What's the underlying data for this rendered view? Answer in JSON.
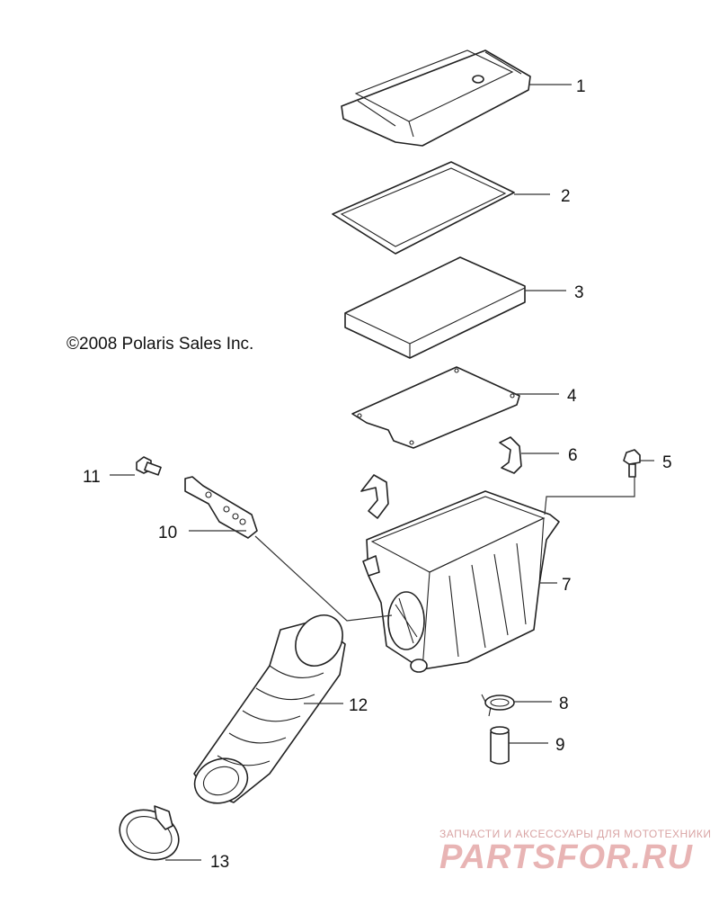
{
  "copyright": "©2008 Polaris Sales Inc.",
  "watermark": {
    "line1": "ЗАПЧАСТИ И АКСЕССУАРЫ ДЛЯ МОТОТЕХНИКИ",
    "line2": "PARTSFOR.RU"
  },
  "callouts": [
    "1",
    "2",
    "3",
    "4",
    "5",
    "6",
    "7",
    "8",
    "9",
    "10",
    "11",
    "12",
    "13"
  ]
}
